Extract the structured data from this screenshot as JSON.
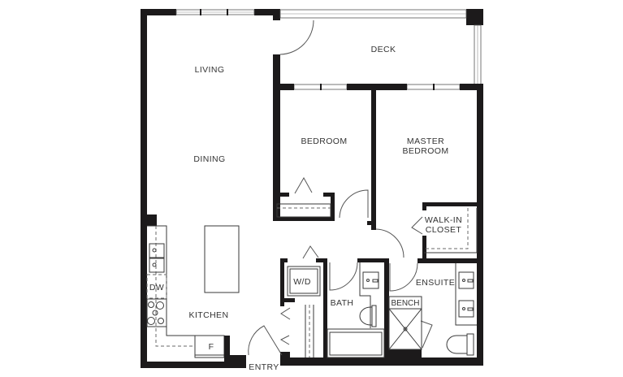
{
  "plan": {
    "background": "#ffffff",
    "wall_color": "#1c1a1b",
    "rooms": {
      "living": "LIVING",
      "deck": "DECK",
      "dining": "DINING",
      "bedroom": "BEDROOM",
      "master_line1": "MASTER",
      "master_line2": "BEDROOM",
      "walkin_line1": "WALK-IN",
      "walkin_line2": "CLOSET",
      "kitchen": "KITCHEN",
      "wd": "W/D",
      "bath": "BATH",
      "ensuite": "ENSUITE",
      "bench": "BENCH",
      "entry": "ENTRY"
    },
    "fixtures": {
      "dishwasher": "DW",
      "fridge": "F"
    }
  }
}
